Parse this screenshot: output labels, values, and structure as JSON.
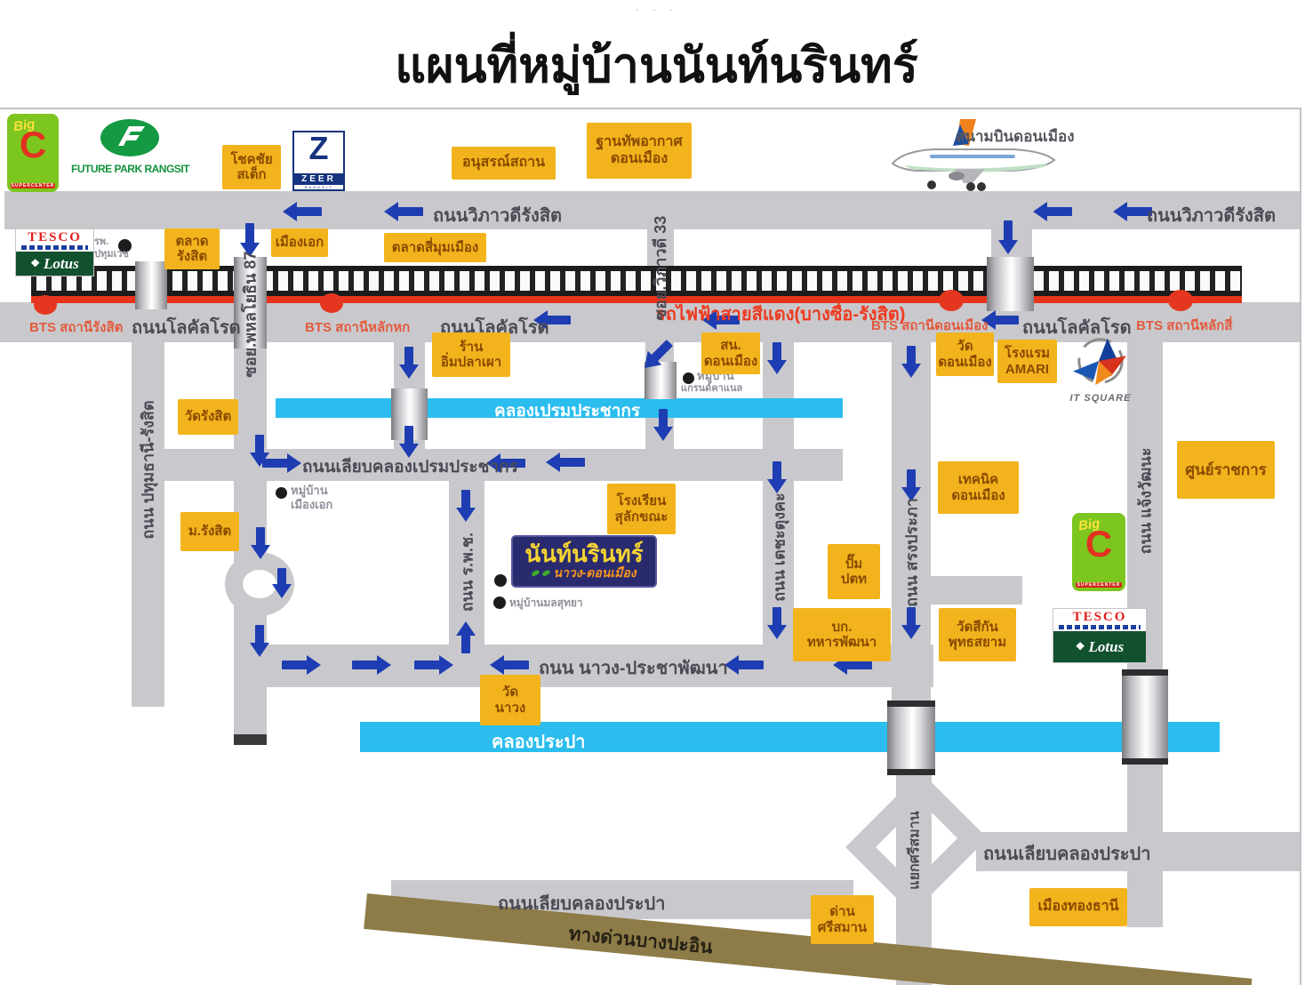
{
  "header": {
    "dots": "· · ·"
  },
  "title": "แผนที่หมู่บ้านนันท์นรินทร์",
  "airport": {
    "label": "สนามบินดอนเมือง"
  },
  "colors": {
    "road": "#c9c9cd",
    "canal": "#2bbdee",
    "arrow": "#1e3db2",
    "poi_bg": "#f2b31d",
    "poi_text": "#8a4a00",
    "red_line": "#e8341c",
    "bts_text": "#e25a3d",
    "sign_bg": "#2a2b6e",
    "sign_text": "#f5d431",
    "sign_subtitle": "#f6951d",
    "expressway": "#8d7b48"
  },
  "roads": {
    "vibhavadi": "ถนนวิภาวดีรังสิต",
    "local": "ถนนโลคัลโรด",
    "red_line": "รถไฟฟ้าสายสีแดง(บางซื่อ-รังสิต)",
    "pathumthani": "ถนน ปทุมธานี-รังสิต",
    "phahonyothin87": "ซอย.พหลโยธิน 87",
    "vibhavadi33": "ซอย.วิภาวดี 33",
    "liab_prem": "ถนนเลียบคลองเปรมประชากร",
    "rpch": "ถนน ร.พ.ช.",
    "techatungka": "ถนน เตชะตุงคะ",
    "songprapha": "ถนน สรงประภา",
    "chaengwattana": "ถนน แจ้งวัฒนะ",
    "nawong": "ถนน นาวง-ประชาพัฒนา",
    "liab_prapa": "ถนนเลียบคลองประปา",
    "srisaman_junction": "แยกศรีสมาน",
    "expressway": "ทางด่วนบางปะอิน"
  },
  "canals": {
    "prem": "คลองเปรมประชากร",
    "prapa": "คลองประปา"
  },
  "bts": {
    "rangsit": "BTS สถานีรังสิต",
    "lakhok": "BTS สถานีหลักหก",
    "donmueang": "BTS สถานีดอนเมือง",
    "laksi": "BTS สถานีหลักสี่"
  },
  "pois": {
    "chokchai": {
      "l1": "โชคชัย",
      "l2": "สเต็ก"
    },
    "anusorn": {
      "l1": "อนุสรณ์สถาน"
    },
    "airbase": {
      "l1": "ฐานทัพอากาศ",
      "l2": "ดอนเมือง"
    },
    "talad_rangsit": {
      "l1": "ตลาด",
      "l2": "รังสิต"
    },
    "mueang_ek": {
      "l1": "เมืองเอก"
    },
    "talad_simummueang": {
      "l1": "ตลาดสี่มุมเมือง"
    },
    "wat_rangsit": {
      "l1": "วัดรังสิต"
    },
    "m_rangsit": {
      "l1": "ม.รังสิต"
    },
    "im_plaphao": {
      "l1": "ร้าน",
      "l2": "อิ่มปลาเผา"
    },
    "sn_donmueang": {
      "l1": "สน.",
      "l2": "ดอนเมือง"
    },
    "wat_donmueang": {
      "l1": "วัด",
      "l2": "ดอนเมือง"
    },
    "amari": {
      "l1": "โรงแรม",
      "l2": "AMARI"
    },
    "school_sulakkhana": {
      "l1": "โรงเรียน",
      "l2": "สุลักขณะ"
    },
    "technic_donmueang": {
      "l1": "เทคนิค",
      "l2": "ดอนเมือง"
    },
    "government_center": {
      "l1": "ศูนย์ราชการ"
    },
    "ptt": {
      "l1": "ปั๊ม",
      "l2": "ปตท"
    },
    "military_dev": {
      "l1": "บก.",
      "l2": "ทหารพัฒนา"
    },
    "wat_sikan": {
      "l1": "วัดสีกัน",
      "l2": "พุทธสยาม"
    },
    "wat_nawong": {
      "l1": "วัด",
      "l2": "นาวง"
    },
    "dan_srisaman": {
      "l1": "ด่าน",
      "l2": "ศรีสมาน"
    },
    "mueangthong": {
      "l1": "เมืองทองธานี"
    }
  },
  "small_labels": {
    "hospital": {
      "l1": "รพ.",
      "l2": "ปทุมเวช"
    },
    "mueang_ek_village": {
      "l1": "หมู่บ้าน",
      "l2": "เมืองเอก"
    },
    "grand_canal_village": {
      "l1": "หมู่บ้าน",
      "l2": "แกรนด์คาแนล"
    },
    "village_near_sign": "หมู่บ้านมลสุทยา"
  },
  "sign": {
    "name": "นันท์นรินทร์",
    "subtitle": "นาวง-ดอนเมือง"
  },
  "logos": {
    "bigc": {
      "big": "Big",
      "c": "C",
      "sub": "SUPERCENTER"
    },
    "futurepark": {
      "name": "FUTURE PARK RANGSIT"
    },
    "zeer": {
      "z": "Z",
      "name": "ZEER",
      "sub": "RANGSIT"
    },
    "tesco": {
      "tesco": "TESCO",
      "lotus": "Lotus",
      "diamond": "❖"
    },
    "itsquare": {
      "name": "IT SQUARE"
    }
  }
}
